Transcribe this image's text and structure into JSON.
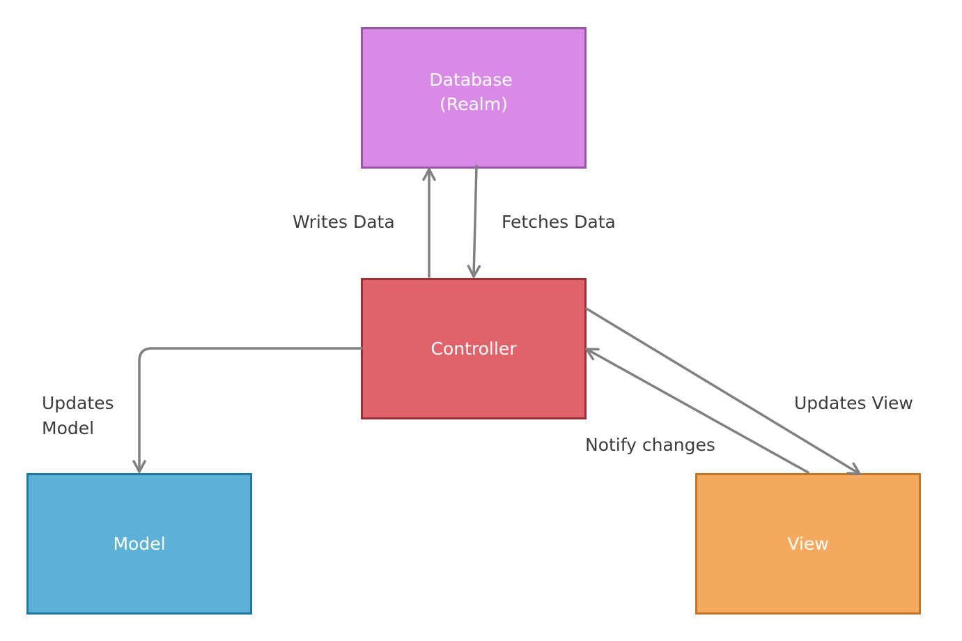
{
  "nodes": {
    "database": {
      "lines": [
        "Database",
        "(Realm)"
      ],
      "fill": "#d98ae6",
      "stroke": "#9a56a6"
    },
    "controller": {
      "lines": [
        "Controller"
      ],
      "fill": "#e0626b",
      "stroke": "#9c3039"
    },
    "model": {
      "lines": [
        "Model"
      ],
      "fill": "#5eb1d6",
      "stroke": "#1e78a3"
    },
    "view": {
      "lines": [
        "View"
      ],
      "fill": "#f5a95e",
      "stroke": "#c47426"
    }
  },
  "edges": {
    "writes_data": {
      "lines": [
        "Writes Data"
      ]
    },
    "fetches_data": {
      "lines": [
        "Fetches Data"
      ]
    },
    "updates_model": {
      "lines": [
        "Updates",
        "Model"
      ]
    },
    "updates_view": {
      "lines": [
        "Updates View"
      ]
    },
    "notify_changes": {
      "lines": [
        "Notify changes"
      ]
    }
  },
  "colors": {
    "edge_line": "#808080",
    "edge_label": "#3c3c3c",
    "node_label": "#ffffff"
  }
}
